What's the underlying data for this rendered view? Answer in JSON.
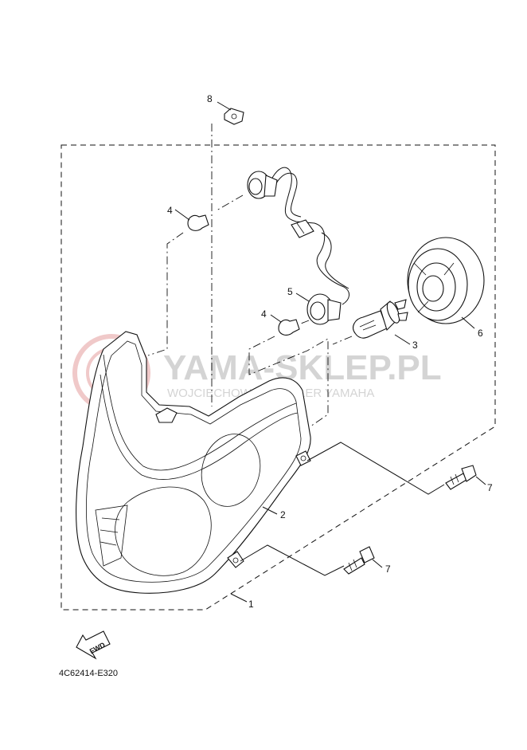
{
  "diagram": {
    "callouts": [
      "8",
      "4",
      "5",
      "4",
      "3",
      "6",
      "2",
      "7",
      "7",
      "1"
    ],
    "fwd_label": "FWD",
    "code": "4C62414-E320"
  },
  "watermark": {
    "title": "YAMA-SKLEP.PL",
    "subtitle": "WOJCIECHOWSKI DEALER YAMAHA"
  },
  "colors": {
    "line": "#111111",
    "watermark_gray": "#d4d4d4",
    "watermark_red": "#f0c9c9"
  }
}
